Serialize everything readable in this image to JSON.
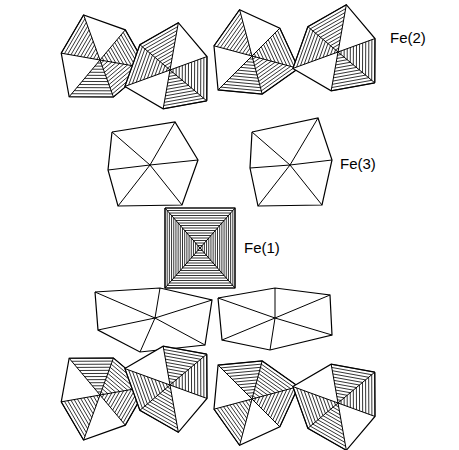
{
  "diagram": {
    "labels": [
      "Fe(2)",
      "Fe(3)",
      "Fe(1)"
    ]
  }
}
